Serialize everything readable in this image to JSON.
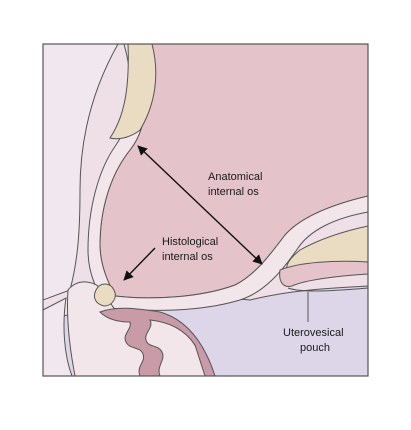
{
  "labels": {
    "anatomical_line1": "Anatomical",
    "anatomical_line2": "internal os",
    "histological_line1": "Histological",
    "histological_line2": "internal os",
    "uterovesical_line1": "Uterovesical",
    "uterovesical_line2": "pouch"
  },
  "colors": {
    "frame_border": "#555555",
    "peritoneum_background": "#efdfe6",
    "uterine_cavity": "#e5c3cb",
    "bladder_region": "#dcd6e8",
    "myometrium_wall": "#f3e6ea",
    "endometrium_band": "#e9dcc3",
    "cervical_canal": "#c99aa8",
    "outline": "#555555",
    "arrow": "#111111"
  }
}
